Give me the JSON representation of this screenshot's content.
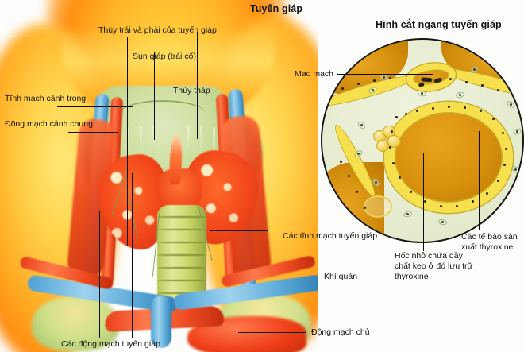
{
  "figure": {
    "alt": "Thyroid gland anatomy diagram with cross-section, Vietnamese labels"
  },
  "titles": {
    "left": "Tuyến giáp",
    "right": "Hình cắt ngang tuyến giáp"
  },
  "labels": {
    "lobes": "Thùy trái và phải của tuyến giáp",
    "cartilage": "Sụn giáp (trái cổ)",
    "pyramidal": "Thùy tháp",
    "internal_jugular": "Tĩnh mạch cảnh trong",
    "common_carotid": "Động mạch cảnh chung",
    "thyroid_veins": "Các tĩnh mạch tuyến giáp",
    "trachea": "Khí quản",
    "aorta": "Động mạch chủ",
    "thyroid_arteries": "Các động mạch tuyến giáp",
    "capillary": "Mao mạch",
    "colloid_line1": "Hốc nhỏ chứa đầy",
    "colloid_line2": "chất keo ở đó lưu trữ",
    "colloid_line3": "thyroxine",
    "cells_line1": "Các tế bào sản",
    "cells_line2": "xuất thyroxine"
  },
  "colors": {
    "background": "#fdfdfc",
    "text": "#151515",
    "leader_line": "#0c0c0c",
    "skin": "#ffb527",
    "thyroid": "#ef4a1c",
    "trachea": "#cdd96e",
    "vein": "#5aa9d8",
    "artery": "#ee4a20",
    "follicle_epithelium": "#f6e04e",
    "colloid": "#d8900d",
    "section_stroma": "#e6ecd0"
  }
}
